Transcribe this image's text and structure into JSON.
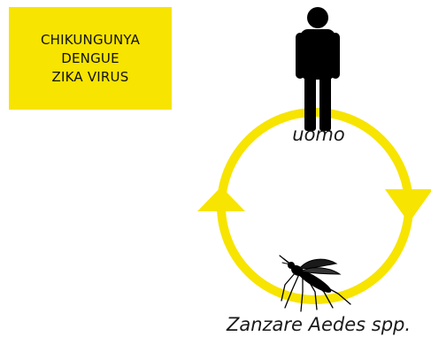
{
  "diseases_box": {
    "lines": [
      "CHIKUNGUNYA",
      "DENGUE",
      "ZIKA VIRUS"
    ],
    "background": "#f7e400"
  },
  "cycle": {
    "ring_color": "#f7e400",
    "direction": "clockwise"
  },
  "nodes": {
    "human": {
      "label": "uomo",
      "icon": "human-silhouette-icon"
    },
    "vector": {
      "label": "Zanzare Aedes spp.",
      "icon": "mosquito-icon"
    }
  }
}
